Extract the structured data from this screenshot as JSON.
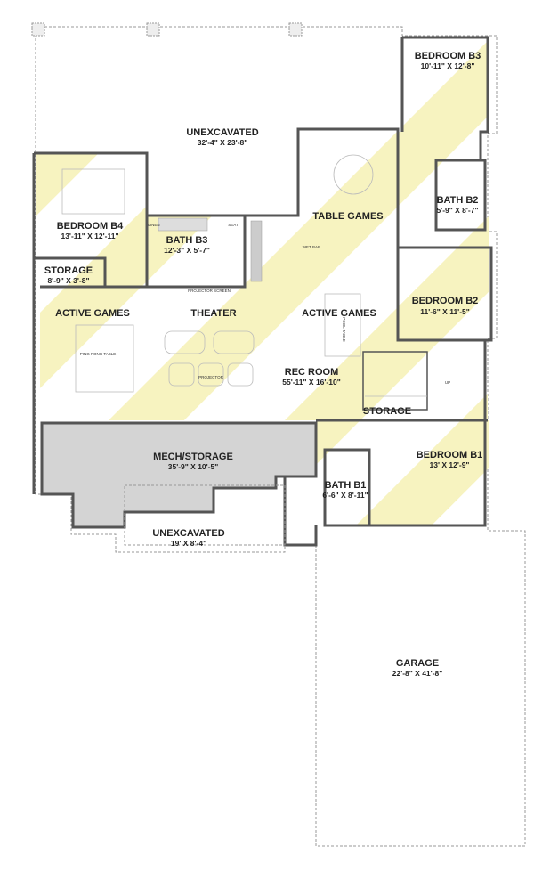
{
  "plan": {
    "rooms": [
      {
        "name": "UNEXCAVATED",
        "dims": "32'-4\" X 23'-8\""
      },
      {
        "name": "BEDROOM B3",
        "dims": "10'-11\" X 12'-8\""
      },
      {
        "name": "BEDROOM B4",
        "dims": "13'-11\" X 12'-11\""
      },
      {
        "name": "BATH B3",
        "dims": "12'-3\" X 5'-7\""
      },
      {
        "name": "TABLE GAMES",
        "dims": ""
      },
      {
        "name": "BATH B2",
        "dims": "5'-9\" X 8'-7\""
      },
      {
        "name": "STORAGE",
        "dims": "8'-9\" X 3'-8\""
      },
      {
        "name": "BEDROOM B2",
        "dims": "11'-6\" X 11'-5\""
      },
      {
        "name": "ACTIVE GAMES",
        "dims": ""
      },
      {
        "name": "THEATER",
        "dims": ""
      },
      {
        "name": "ACTIVE GAMES",
        "dims": ""
      },
      {
        "name": "REC ROOM",
        "dims": "55'-11\" X 16'-10\""
      },
      {
        "name": "STORAGE",
        "dims": ""
      },
      {
        "name": "MECH/STORAGE",
        "dims": "35'-9\" X 10'-5\""
      },
      {
        "name": "BEDROOM B1",
        "dims": "13' X 12'-9\""
      },
      {
        "name": "BATH B1",
        "dims": "6'-6\" X 8'-11\""
      },
      {
        "name": "UNEXCAVATED",
        "dims": "19' X 8'-4\""
      },
      {
        "name": "GARAGE",
        "dims": "22'-8\" X 41'-8\""
      }
    ],
    "fixtures": {
      "linen": "LINEN",
      "seat": "SEAT",
      "wet_bar": "WET BAR",
      "projector_screen": "PROJECTOR SCREEN",
      "ping_pong": "PING PONG TABLE",
      "projector": "PROJECTOR",
      "pool_table": "POOL TABLE",
      "up": "UP"
    },
    "colors": {
      "stripe": "#f7f3c0",
      "mech": "#d4d4d4",
      "wall": "#555555"
    }
  }
}
